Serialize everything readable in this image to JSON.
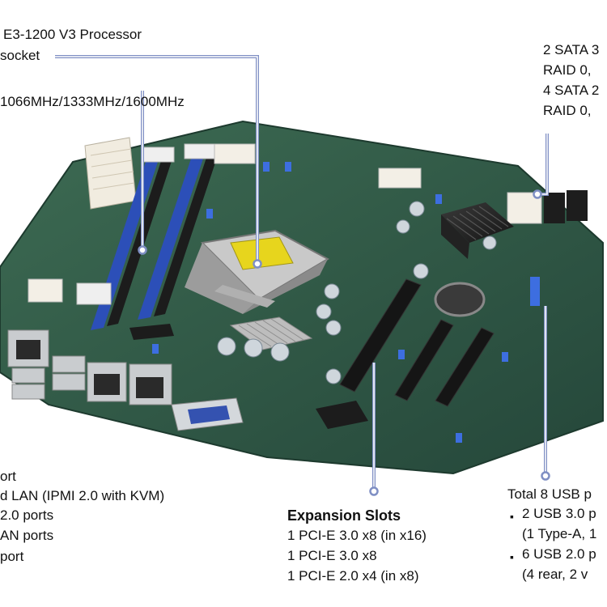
{
  "callouts": {
    "cpu": {
      "line1": "E3-1200 V3 Processor",
      "line2": "socket"
    },
    "memory": {
      "line1": "1066MHz/1333MHz/1600MHz"
    },
    "sata": {
      "line1": "2 SATA 3",
      "line2": "RAID 0,",
      "line3": "4 SATA 2",
      "line4": "RAID 0,"
    },
    "io": {
      "line1": "ort",
      "line2": "d LAN (IPMI 2.0 with KVM)",
      "line3": "2.0 ports",
      "line4": "AN ports",
      "line5": "port"
    },
    "expansion": {
      "title": "Expansion Slots",
      "slots": [
        "1 PCI-E 3.0 x8 (in x16)",
        "1 PCI-E 3.0 x8",
        "1 PCI-E 2.0 x4 (in x8)"
      ]
    },
    "usb": {
      "line1": "Total 8 USB p",
      "item1a": "2 USB 3.0 p",
      "item1b": "(1 Type-A, 1",
      "item2a": "6 USB 2.0 p",
      "item2b": "(4 rear,  2 v"
    }
  },
  "colors": {
    "pcb": "#2f5a44",
    "dimm_blue": "#2c4fb8",
    "leader_line": "#7f8fc4",
    "cpu_cover": "#e7d51d"
  }
}
